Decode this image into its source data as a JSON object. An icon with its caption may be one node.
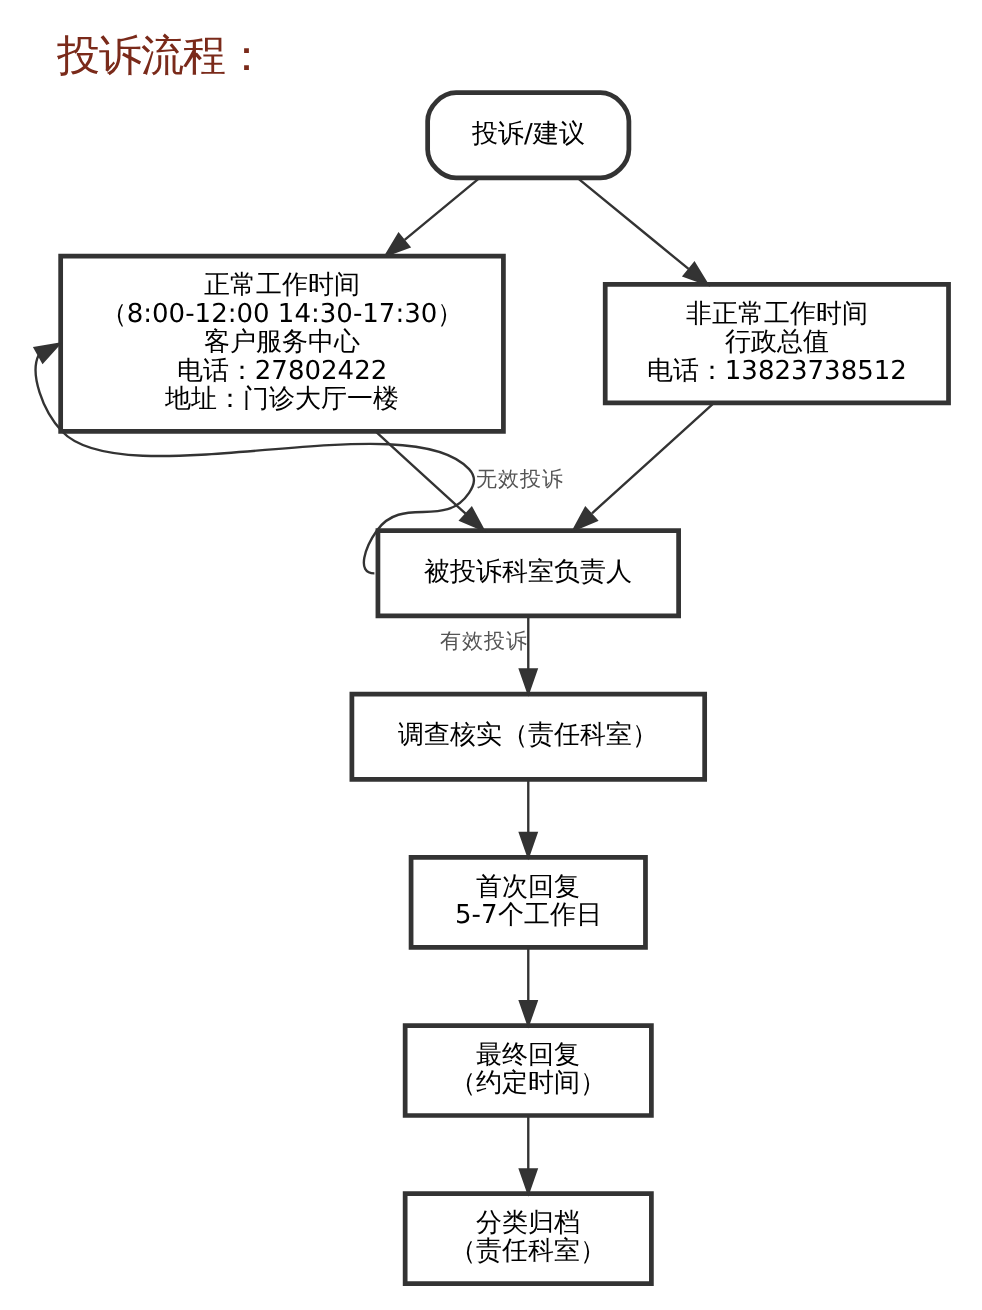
{
  "diagram": {
    "title": "投诉流程：",
    "nodes": [
      {
        "text": [
          "投诉/建议"
        ]
      },
      {
        "text": [
          "正常工作时间",
          "（8:00-12:00 14:30-17:30）",
          "客户服务中心",
          "电话：27802422",
          "地址：门诊大厅一楼"
        ]
      },
      {
        "text": [
          "非正常工作时间",
          "行政总值",
          "电话：13823738512"
        ]
      },
      {
        "text": [
          "被投诉科室负责人"
        ]
      },
      {
        "text": [
          "调查核实（责任科室）"
        ]
      },
      {
        "text": [
          "首次回复",
          "5-7个工作日"
        ]
      },
      {
        "text": [
          "最终回复",
          "（约定时间）"
        ]
      },
      {
        "text": [
          "分类归档",
          "（责任科室）"
        ]
      }
    ],
    "edges": [
      {
        "from": 0,
        "to": 1,
        "arrow": "to"
      },
      {
        "from": 0,
        "to": 2,
        "arrow": "to"
      },
      {
        "from": 1,
        "to": 3,
        "arrow": "to"
      },
      {
        "from": 2,
        "to": 3,
        "arrow": "to"
      },
      {
        "from": 3,
        "to": 1,
        "arrow": "to",
        "label": "无效投诉"
      },
      {
        "from": 3,
        "to": 4,
        "arrow": "to",
        "label": "有效投诉"
      },
      {
        "from": 4,
        "to": 5,
        "arrow": "to"
      },
      {
        "from": 5,
        "to": 6,
        "arrow": "to"
      },
      {
        "from": 6,
        "to": 7,
        "arrow": "to"
      }
    ]
  }
}
